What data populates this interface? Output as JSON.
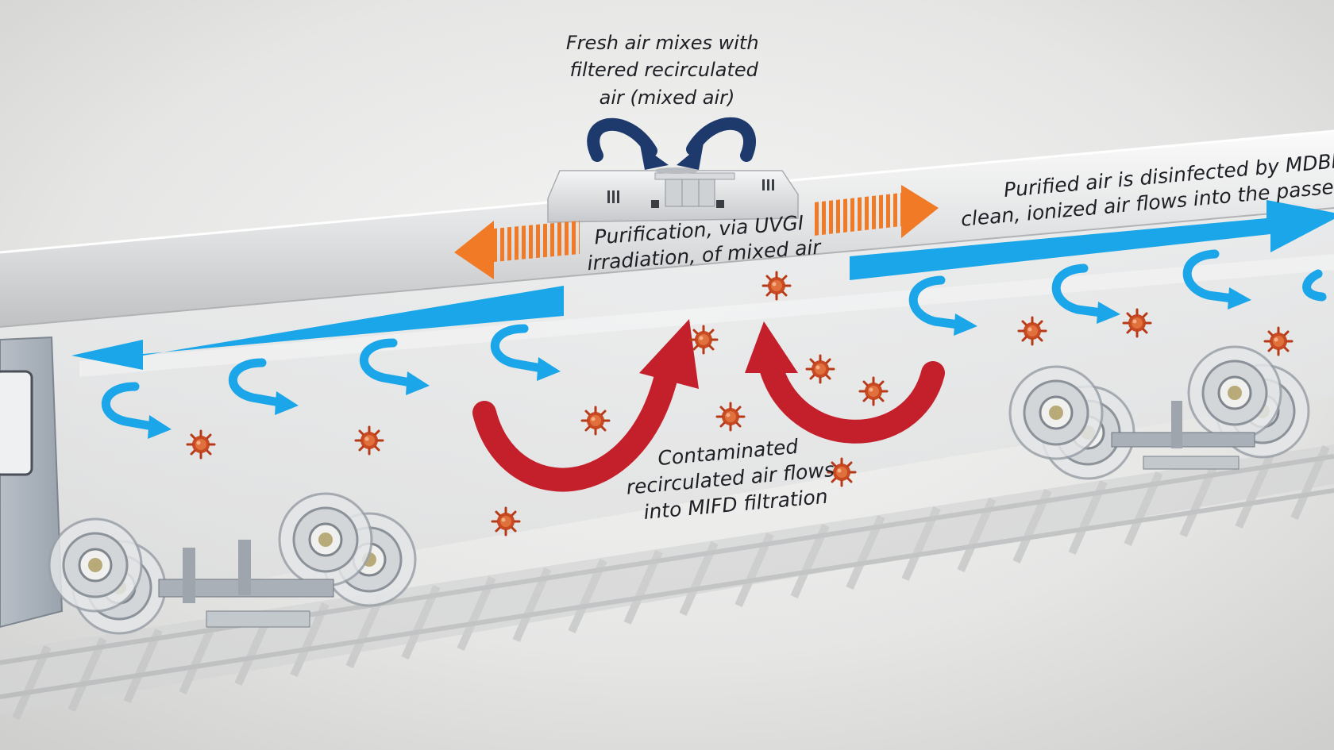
{
  "labels": {
    "fresh_air": [
      "Fresh air mixes with",
      "filtered recirculated",
      "air (mixed air)"
    ],
    "purification": [
      "Purification, via UVGI",
      "irradiation, of mixed air"
    ],
    "purified_air": [
      "Purified air is disinfected by MDBD io",
      "clean, ionized air flows into the passenger"
    ],
    "contaminated": [
      "Contaminated",
      "recirculated air flows",
      "into MIFD filtration"
    ]
  },
  "colors": {
    "supply_air": "#1aa6e8",
    "contaminated_air": "#c4202c",
    "uvgi_arrow": "#f07a26",
    "intake_arrow": "#1e3a6d",
    "virus": "#c84a22"
  },
  "icons": {
    "virus": "virus-particle-icon",
    "curl": "air-curl-arrow"
  }
}
